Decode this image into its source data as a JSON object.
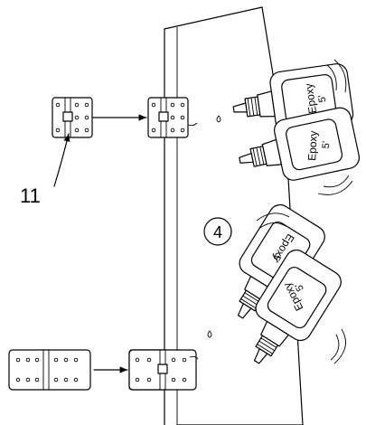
{
  "callout_number": "11",
  "step_number": "4",
  "bottles": [
    {
      "brand": "Epoxy",
      "label": "5'"
    },
    {
      "brand": "Epoxy",
      "label": "5'"
    },
    {
      "brand": "Epoxy",
      "label": "5'"
    },
    {
      "brand": "Epoxy",
      "label": "5'"
    }
  ]
}
